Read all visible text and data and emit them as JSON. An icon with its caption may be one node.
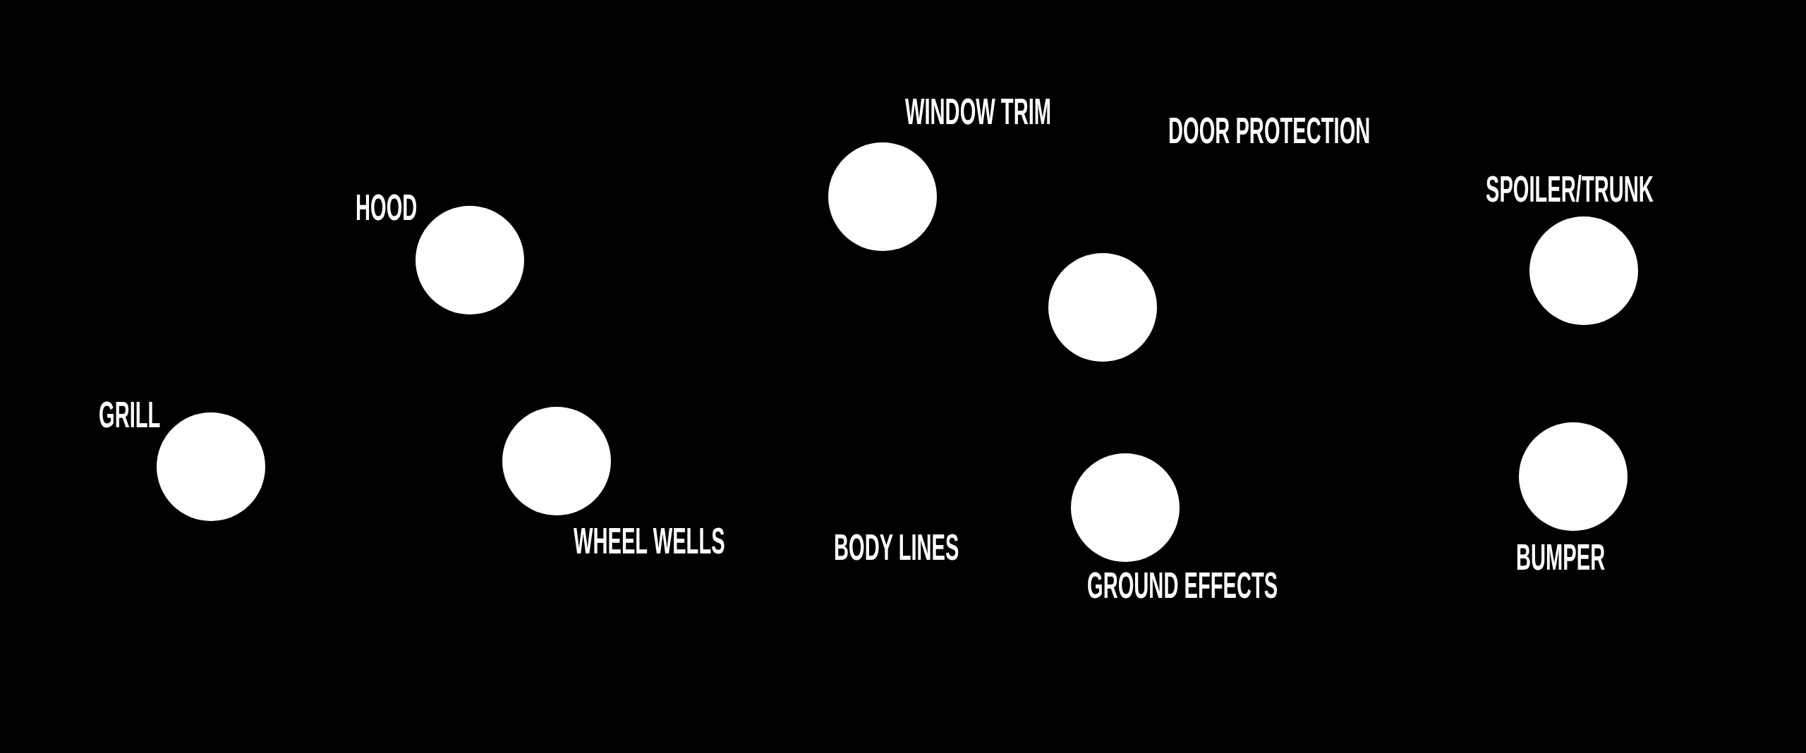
{
  "diagram": {
    "nodes": [
      {
        "text": [],
        "shape": "circle",
        "beside": [
          "HOOD"
        ]
      },
      {
        "text": [],
        "shape": "circle",
        "beside": [
          "WINDOW TRIM"
        ]
      },
      {
        "text": [],
        "shape": "circle"
      },
      {
        "text": [],
        "shape": "circle",
        "beside": [
          "SPOILER/TRUNK"
        ]
      },
      {
        "text": [],
        "shape": "circle",
        "beside": [
          "GRILL"
        ]
      },
      {
        "text": [],
        "shape": "circle",
        "beside": [
          "WHEEL WELLS"
        ]
      },
      {
        "text": [],
        "shape": "circle",
        "beside": [
          "GROUND EFFECTS"
        ]
      },
      {
        "text": [],
        "shape": "circle",
        "beside": [
          "BUMPER"
        ]
      }
    ],
    "edges": [],
    "labels": [
      "DOOR PROTECTION",
      "BODY LINES"
    ]
  }
}
